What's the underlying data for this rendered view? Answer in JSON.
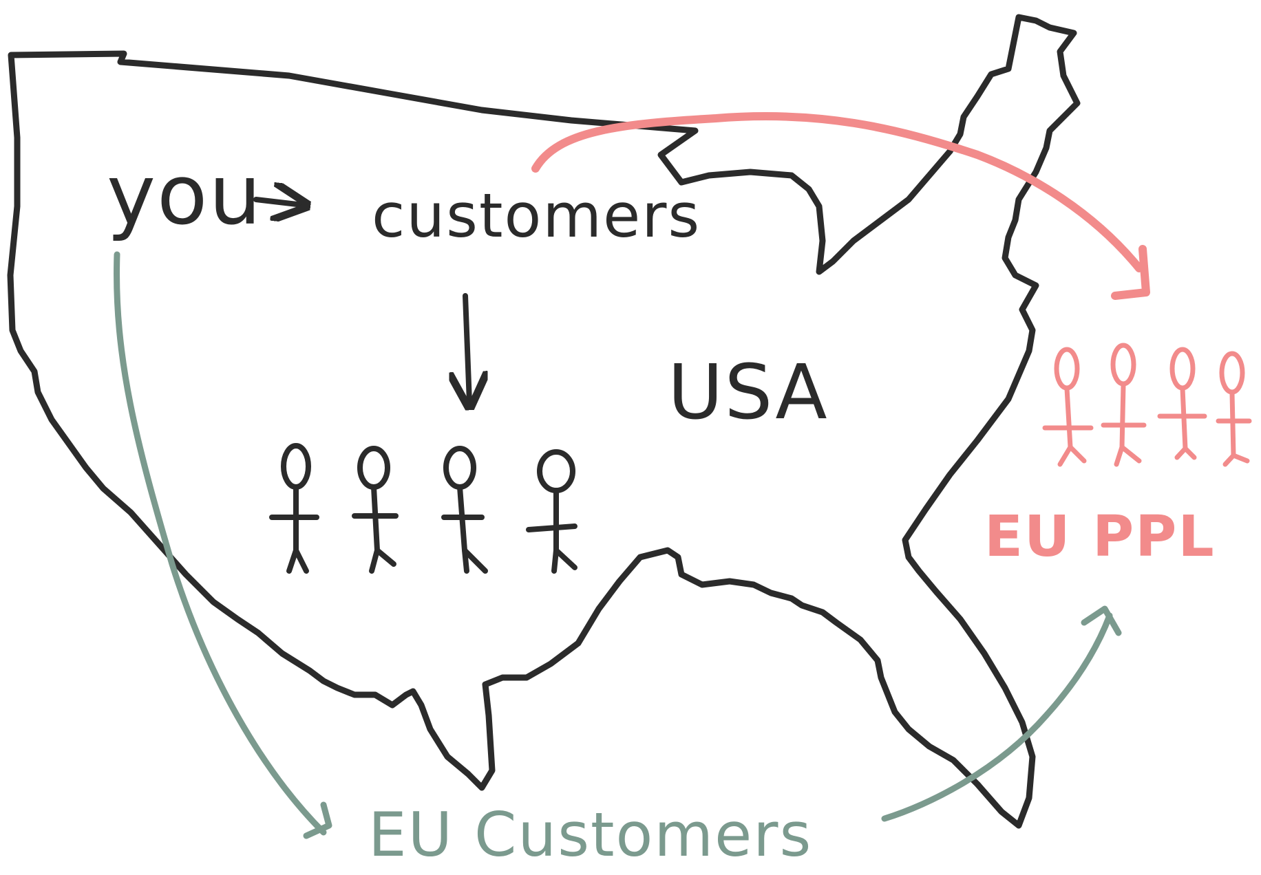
{
  "colors": {
    "ink": "#2b2b2b",
    "red": "#f28b8b",
    "green": "#7b9a8e",
    "background": "#ffffff"
  },
  "labels": {
    "you": "you",
    "customers": "customers",
    "usa": "USA",
    "eu_ppl": "EU PPL",
    "eu_customers": "EU Customers"
  },
  "groups": {
    "us_customers_count": 4,
    "eu_people_count": 4
  }
}
